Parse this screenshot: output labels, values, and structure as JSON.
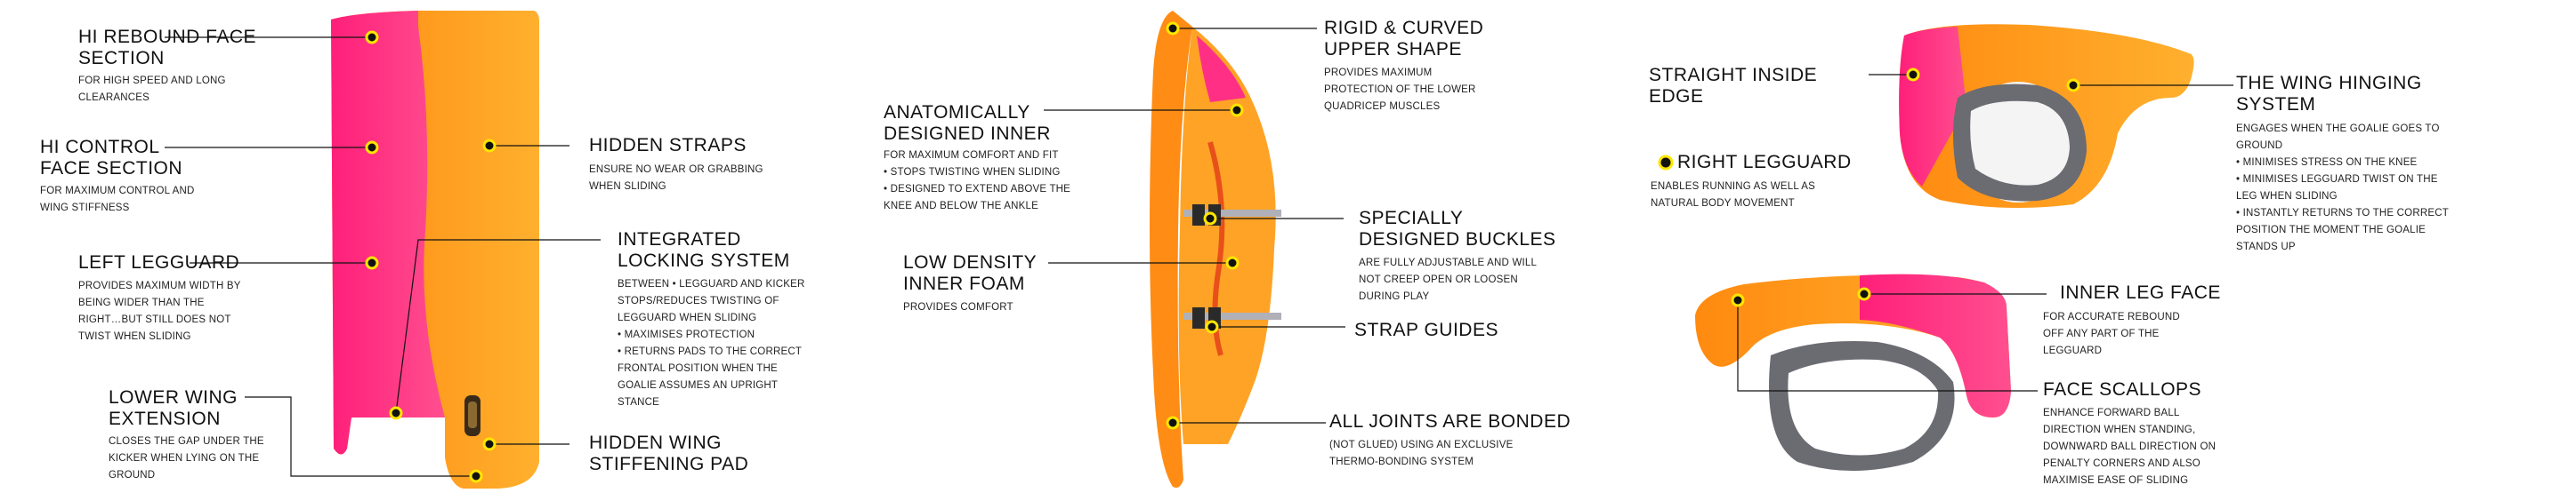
{
  "panel1": {
    "hi_rebound": {
      "title": "HI REBOUND FACE\nSECTION",
      "desc": "FOR HIGH SPEED AND LONG\nCLEARANCES"
    },
    "hi_control": {
      "title": "HI CONTROL\nFACE SECTION",
      "desc": "FOR MAXIMUM CONTROL AND\nWING STIFFNESS"
    },
    "left_legguard": {
      "title": "LEFT LEGGUARD",
      "desc": "PROVIDES MAXIMUM WIDTH BY\nBEING WIDER THAN THE\nRIGHT…BUT STILL DOES NOT\nTWIST WHEN SLIDING"
    },
    "lower_wing": {
      "title": "LOWER WING\nEXTENSION",
      "desc": "CLOSES THE GAP UNDER THE\nKICKER WHEN LYING ON THE\nGROUND"
    },
    "hidden_straps": {
      "title": "HIDDEN STRAPS",
      "desc": "ENSURE NO WEAR OR GRABBING\nWHEN SLIDING"
    },
    "integrated_locking": {
      "title": "INTEGRATED\nLOCKING SYSTEM",
      "desc": "BETWEEN • LEGGUARD AND KICKER\nSTOPS/REDUCES TWISTING OF\nLEGGUARD WHEN SLIDING\n • MAXIMISES PROTECTION\n • RETURNS PADS TO THE CORRECT\nFRONTAL POSITION WHEN THE\nGOALIE ASSUMES AN UPRIGHT\nSTANCE"
    },
    "hidden_wing": {
      "title": "HIDDEN WING\nSTIFFENING PAD",
      "desc": ""
    }
  },
  "panel2": {
    "anatomically": {
      "title": "ANATOMICALLY\nDESIGNED INNER",
      "desc": "FOR MAXIMUM COMFORT AND FIT\n • STOPS TWISTING WHEN SLIDING\n • DESIGNED TO EXTEND ABOVE THE\nKNEE AND BELOW THE ANKLE"
    },
    "low_density": {
      "title": "LOW DENSITY\nINNER FOAM",
      "desc": "PROVIDES COMFORT"
    },
    "rigid_curved": {
      "title": "RIGID & CURVED\nUPPER SHAPE",
      "desc": "PROVIDES MAXIMUM\nPROTECTION OF THE LOWER\nQUADRICEP MUSCLES"
    },
    "buckles": {
      "title": "SPECIALLY\nDESIGNED BUCKLES",
      "desc": "ARE FULLY ADJUSTABLE AND WILL\nNOT CREEP OPEN OR LOOSEN\nDURING PLAY"
    },
    "strap_guides": {
      "title": "STRAP GUIDES",
      "desc": ""
    },
    "joints": {
      "title": "ALL JOINTS ARE BONDED",
      "desc": "(NOT GLUED) USING AN EXCLUSIVE\nTHERMO-BONDING SYSTEM"
    }
  },
  "panel3": {
    "straight_inside": {
      "title": "STRAIGHT INSIDE\nEDGE",
      "desc": ""
    },
    "right_legguard": {
      "title": "RIGHT LEGGUARD",
      "desc": "ENABLES RUNNING AS WELL AS\nNATURAL BODY MOVEMENT"
    },
    "wing_hinging": {
      "title": "THE WING HINGING\nSYSTEM",
      "desc": "ENGAGES WHEN THE GOALIE GOES TO\nGROUND\n • MINIMISES STRESS ON THE KNEE\n • MINIMISES LEGGUARD TWIST ON THE\nLEG WHEN SLIDING\n • INSTANTLY RETURNS TO THE CORRECT\nPOSITION THE MOMENT THE GOALIE\nSTANDS UP"
    },
    "inner_leg": {
      "title": "INNER LEG FACE",
      "desc": "FOR ACCURATE REBOUND\nOFF ANY PART OF THE\nLEGGUARD"
    },
    "face_scallops": {
      "title": "FACE SCALLOPS",
      "desc": "ENHANCE FORWARD BALL\nDIRECTION WHEN STANDING,\nDOWNWARD BALL DIRECTION ON\nPENALTY CORNERS AND ALSO\nMAXIMISE EASE OF SLIDING"
    }
  },
  "colors": {
    "orange": "#ff9a1f",
    "pink": "#ff2f86",
    "dot_ring": "#ffe600",
    "foam_grey": "#6b6b72"
  }
}
